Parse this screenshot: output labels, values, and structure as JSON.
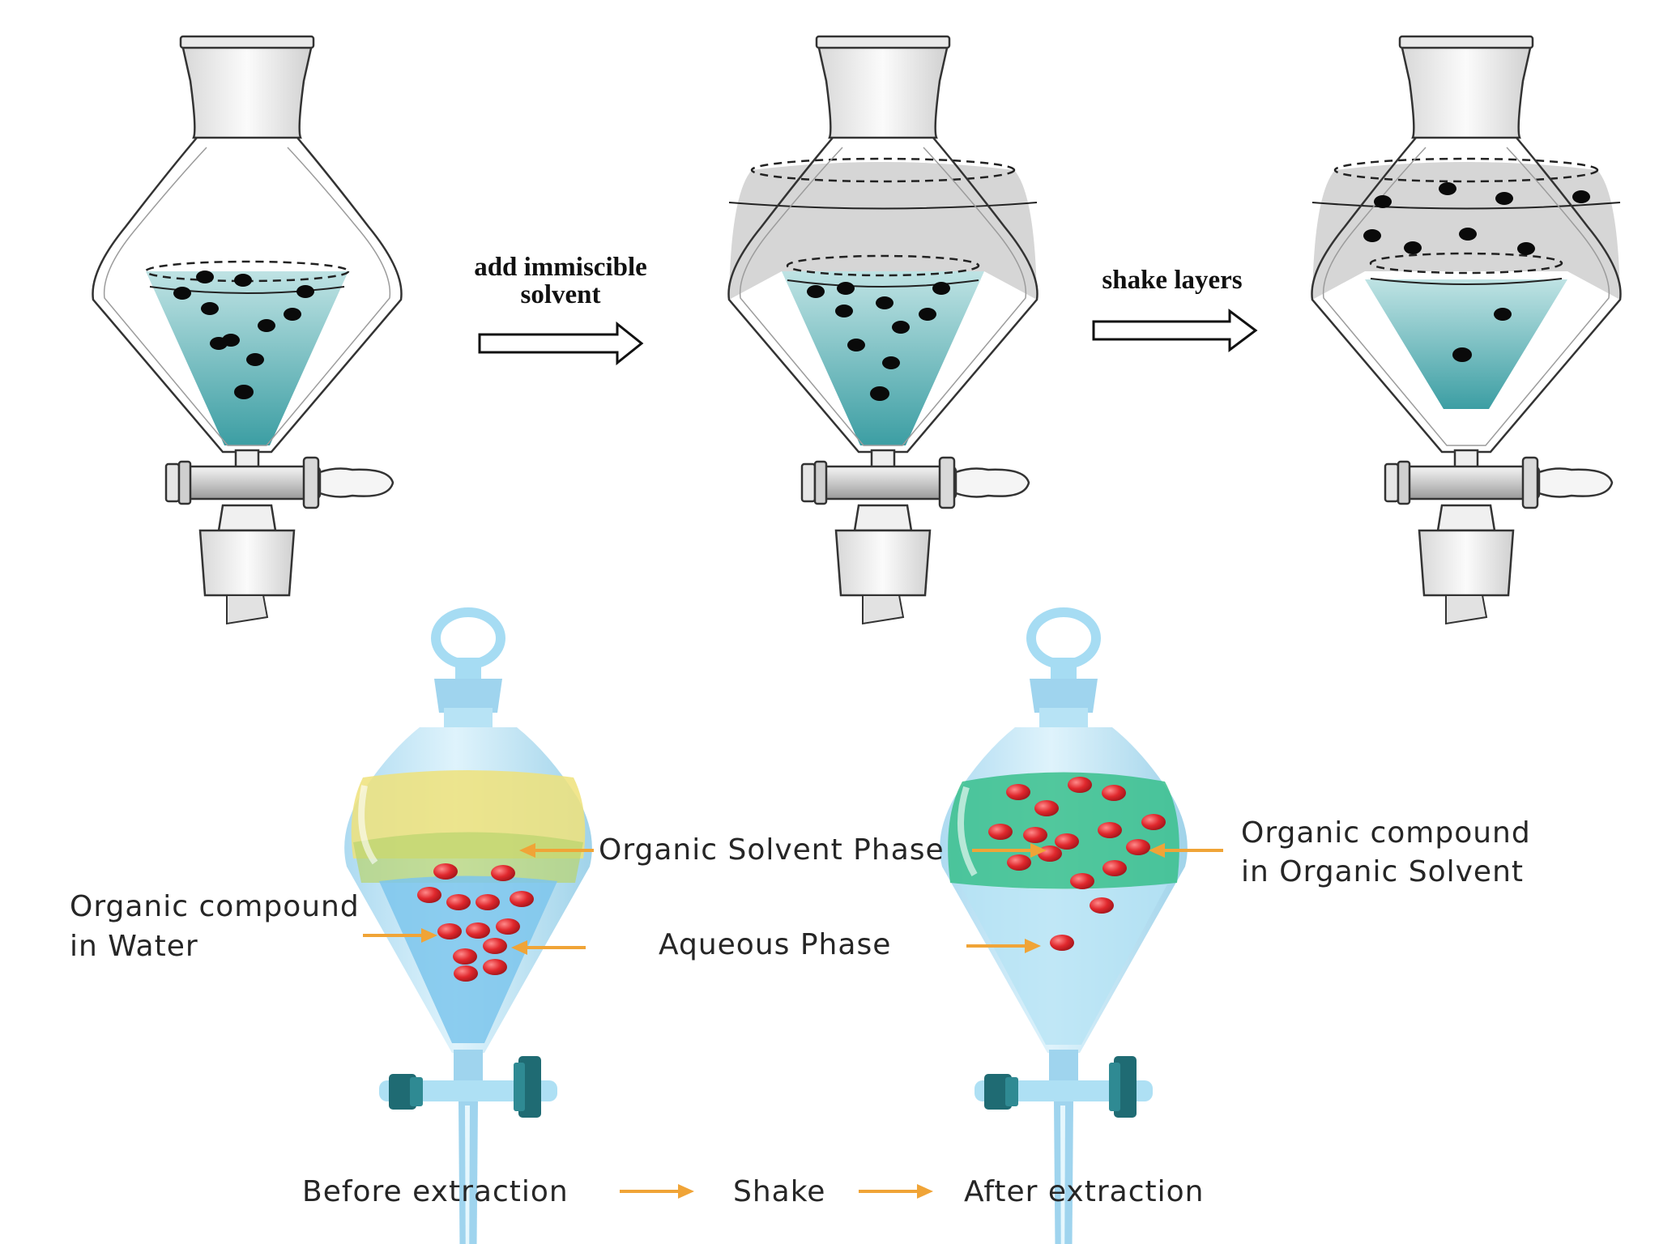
{
  "top_row": {
    "step1_label_line1": "add immiscible",
    "step1_label_line2": "solvent",
    "step2_label": "shake layers"
  },
  "bottom_row": {
    "organic_solvent_phase": "Organic Solvent Phase",
    "aqueous_phase": "Aqueous Phase",
    "compound_in_water_line1": "Organic compound",
    "compound_in_water_line2": "in Water",
    "compound_in_organic_line1": "Organic compound",
    "compound_in_organic_line2": "in Organic Solvent",
    "before_extraction": "Before extraction",
    "shake": "Shake",
    "after_extraction": "After extraction"
  },
  "colors": {
    "aqueous_teal": "#4aa6aa",
    "organic_gray": "#d6d6d6",
    "organic_yellow": "#efe27a",
    "organic_green": "#38bf8c",
    "glass_blue": "#bfe6f6",
    "particle_red": "#e0282d",
    "arrow_orange": "#f0a437",
    "stopcock_teal": "#1f6b73"
  }
}
